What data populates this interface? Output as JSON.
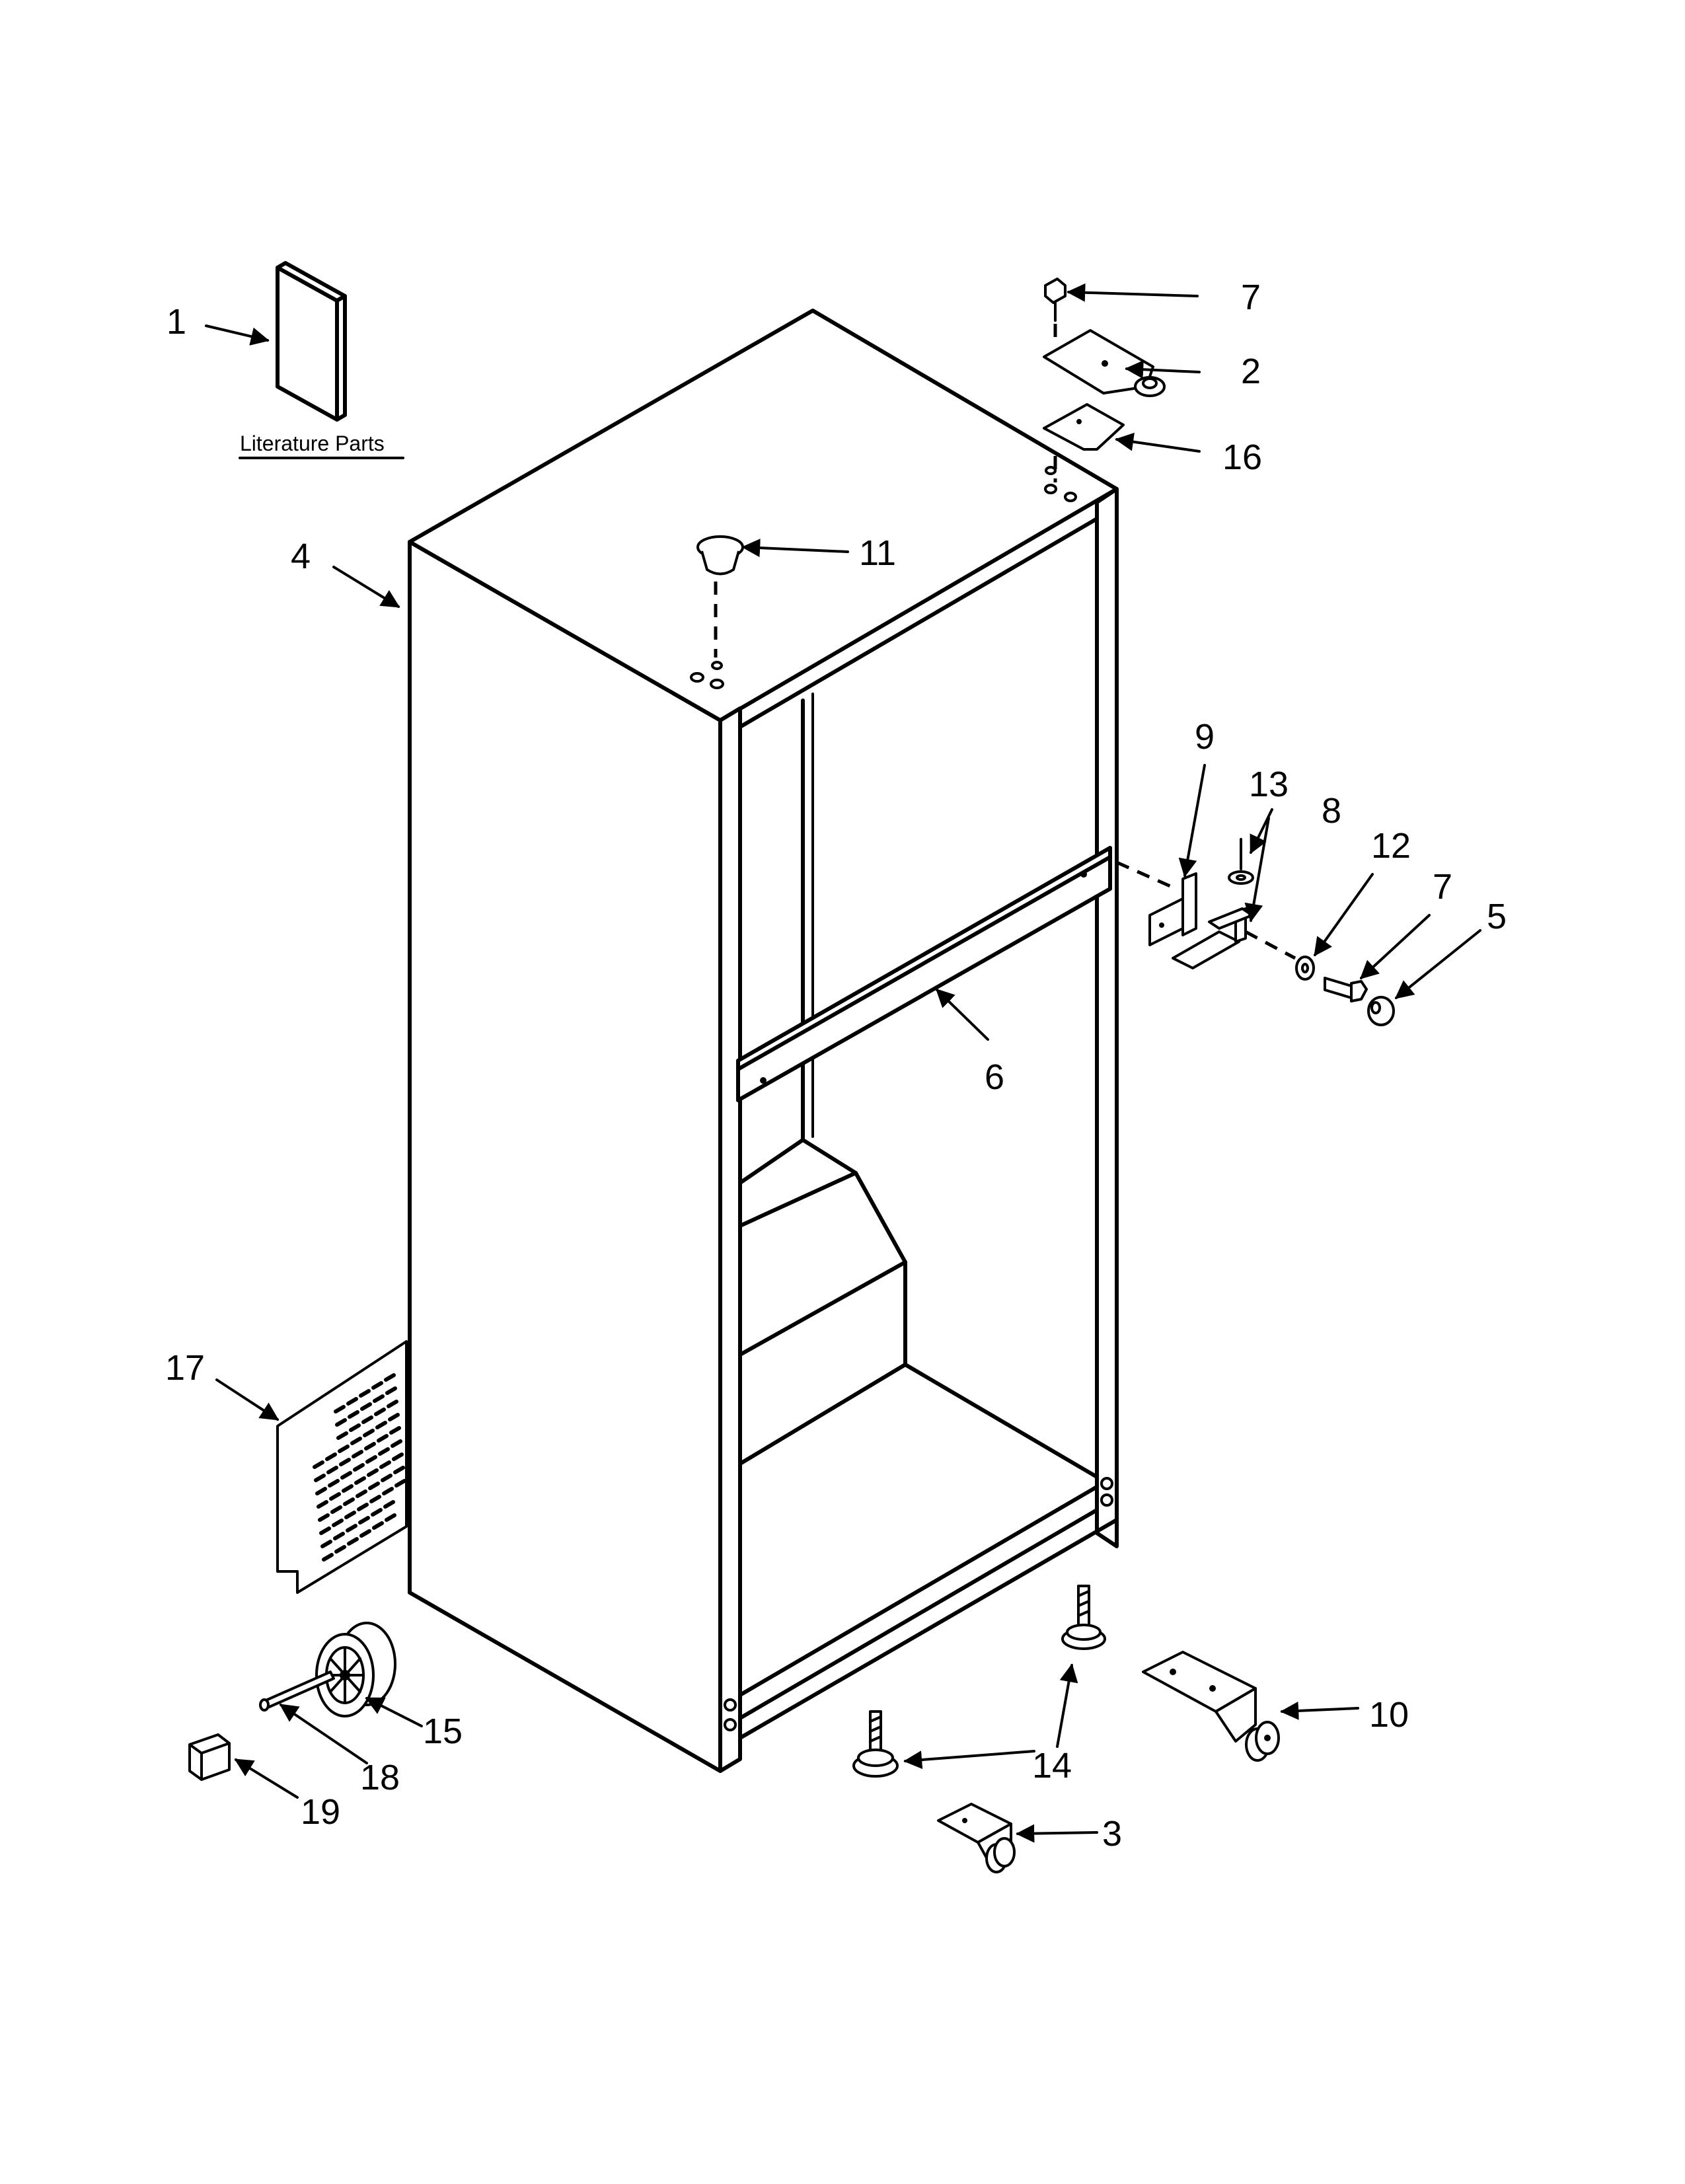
{
  "literature_label": "Literature Parts",
  "callouts": [
    {
      "id": "c1",
      "label": "1"
    },
    {
      "id": "c2",
      "label": "2"
    },
    {
      "id": "c3",
      "label": "3"
    },
    {
      "id": "c4",
      "label": "4"
    },
    {
      "id": "c5",
      "label": "5"
    },
    {
      "id": "c6",
      "label": "6"
    },
    {
      "id": "c7a",
      "label": "7"
    },
    {
      "id": "c7b",
      "label": "7"
    },
    {
      "id": "c8",
      "label": "8"
    },
    {
      "id": "c9",
      "label": "9"
    },
    {
      "id": "c10",
      "label": "10"
    },
    {
      "id": "c11",
      "label": "11"
    },
    {
      "id": "c12",
      "label": "12"
    },
    {
      "id": "c13",
      "label": "13"
    },
    {
      "id": "c14",
      "label": "14"
    },
    {
      "id": "c15",
      "label": "15"
    },
    {
      "id": "c16",
      "label": "16"
    },
    {
      "id": "c17",
      "label": "17"
    },
    {
      "id": "c18",
      "label": "18"
    },
    {
      "id": "c19",
      "label": "19"
    }
  ]
}
